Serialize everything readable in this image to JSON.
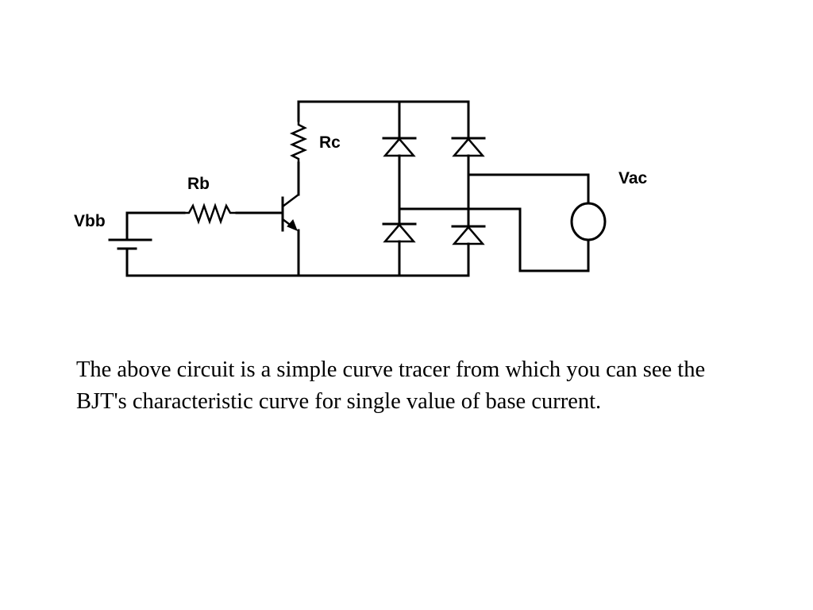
{
  "diagram": {
    "labels": {
      "rc": "Rc",
      "rb": "Rb",
      "vbb": "Vbb",
      "vac": "Vac"
    }
  },
  "caption": "The above circuit is a simple curve tracer from which you can see the BJT's characteristic curve for single value of base current."
}
